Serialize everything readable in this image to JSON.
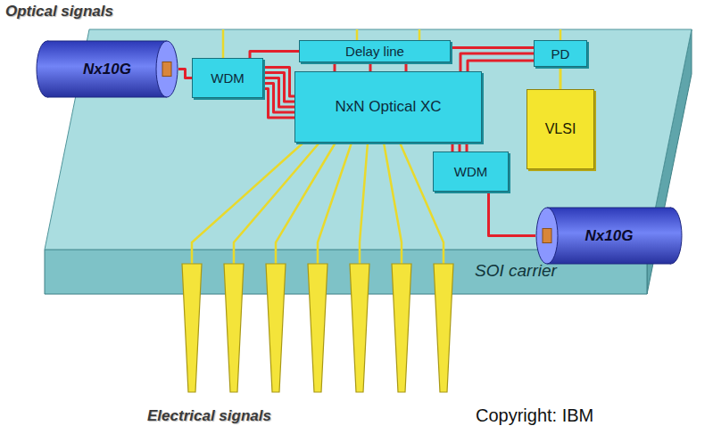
{
  "diagram": {
    "nodes": [
      {
        "text": [
          "SOI carrier"
        ]
      },
      {
        "text": [
          "Nx10G"
        ]
      },
      {
        "text": [
          "WDM"
        ],
        "in": 0
      },
      {
        "text": [
          "Delay line"
        ],
        "in": 0
      },
      {
        "text": [
          "PD"
        ],
        "in": 0
      },
      {
        "text": [
          "NxN Optical XC"
        ],
        "in": 0
      },
      {
        "text": [
          "VLSI"
        ],
        "in": 0
      },
      {
        "text": [
          "WDM"
        ],
        "in": 0
      },
      {
        "text": [
          "Nx10G"
        ]
      }
    ],
    "edges": [
      {
        "from": 1,
        "to": 2,
        "arrow": "none"
      },
      {
        "from": 2,
        "to": 3,
        "arrow": "none"
      },
      {
        "from": 2,
        "to": 5,
        "arrow": "none"
      },
      {
        "from": 5,
        "to": 3,
        "arrow": "none"
      },
      {
        "from": 3,
        "to": 4,
        "arrow": "none"
      },
      {
        "from": 5,
        "to": 4,
        "arrow": "none"
      },
      {
        "from": 4,
        "to": 6,
        "arrow": "none"
      },
      {
        "from": 5,
        "to": 7,
        "arrow": "none"
      },
      {
        "from": 7,
        "to": 8,
        "arrow": "none"
      }
    ],
    "labels": [
      "Optical signals",
      "Electrical signals",
      "Copyright: IBM"
    ]
  }
}
